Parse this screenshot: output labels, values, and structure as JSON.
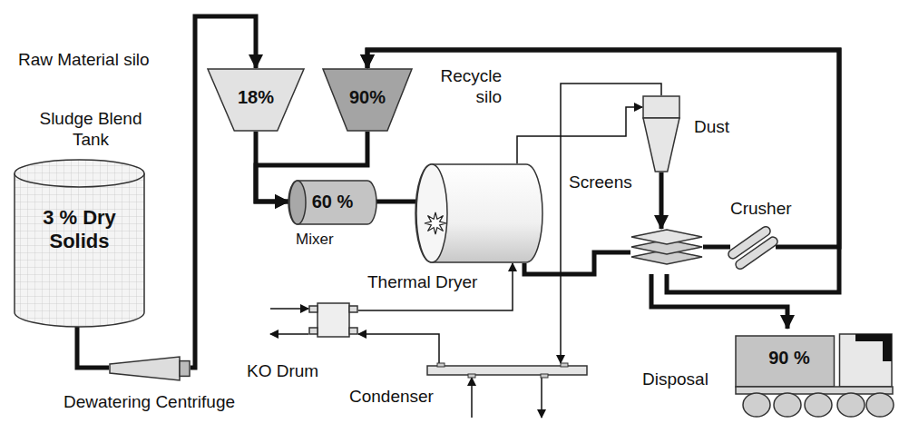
{
  "diagram": {
    "nodes": [
      {
        "text": [
          "Raw Material silo",
          "18%"
        ]
      },
      {
        "text": [
          "Recycle silo",
          "90%"
        ]
      },
      {
        "text": [
          "Sludge Blend Tank",
          "3 % Dry Solids"
        ]
      },
      {
        "text": [
          "Dewatering Centrifuge"
        ]
      },
      {
        "text": [
          "60 %",
          "Mixer"
        ]
      },
      {
        "text": [
          "Thermal Dryer"
        ]
      },
      {
        "text": [
          "Dust"
        ]
      },
      {
        "text": [
          "Screens"
        ]
      },
      {
        "text": [
          "Crusher"
        ]
      },
      {
        "text": [
          "90 %",
          "Disposal"
        ]
      },
      {
        "text": [
          "KO Drum"
        ]
      },
      {
        "text": [
          "Condenser"
        ]
      }
    ],
    "edges": [
      {
        "from": 2,
        "to": 3,
        "arrow": "none"
      },
      {
        "from": 3,
        "to": 0,
        "arrow": "to"
      },
      {
        "from": 0,
        "to": 4,
        "arrow": "to"
      },
      {
        "from": 1,
        "to": 4,
        "arrow": "to"
      },
      {
        "from": 4,
        "to": 5,
        "arrow": "none"
      },
      {
        "from": 5,
        "to": 7,
        "arrow": "none"
      },
      {
        "from": 5,
        "to": 6,
        "arrow": "to"
      },
      {
        "from": 6,
        "to": 7,
        "arrow": "to"
      },
      {
        "from": 6,
        "to": 11,
        "arrow": "to"
      },
      {
        "from": 7,
        "to": 8,
        "arrow": "none"
      },
      {
        "from": 8,
        "to": 1,
        "arrow": "to"
      },
      {
        "from": 7,
        "to": 1,
        "arrow": "to"
      },
      {
        "from": 7,
        "to": 9,
        "arrow": "to"
      },
      {
        "from": 11,
        "to": 10,
        "arrow": "to"
      },
      {
        "from": 10,
        "to": 5,
        "arrow": "to"
      }
    ]
  }
}
